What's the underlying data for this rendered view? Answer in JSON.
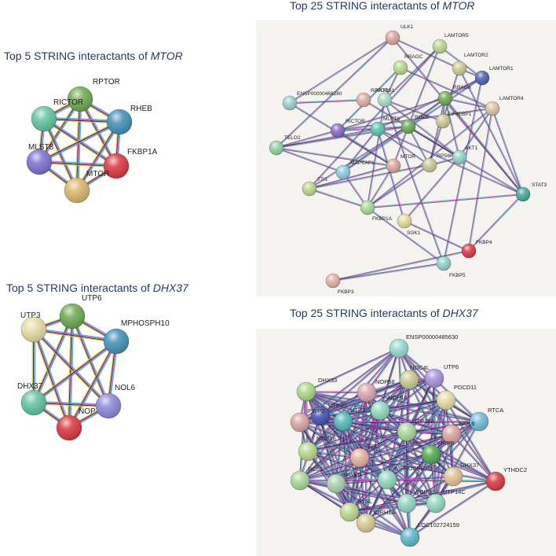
{
  "titles": {
    "small_top_prefix": "Top 5 STRING interactants of ",
    "small_top_gene": "MTOR",
    "large_top_prefix": "Top 25 STRING interactants of ",
    "large_top_gene": "MTOR",
    "small_bottom_prefix": "Top 5 STRING interactants of ",
    "small_bottom_gene": "DHX37",
    "large_bottom_prefix": "Top 25 STRING interactants of ",
    "large_bottom_gene": "DHX37"
  },
  "networks": {
    "mtor5": {
      "nodes": [
        {
          "label": "RPTOR",
          "color": "#6aa84f"
        },
        {
          "label": "RICTOR",
          "color": "#5fc4a0"
        },
        {
          "label": "RHEB",
          "color": "#3f8fb5"
        },
        {
          "label": "MLST8",
          "color": "#7a6fd0"
        },
        {
          "label": "FKBP1A",
          "color": "#d9343e"
        },
        {
          "label": "MTOR",
          "color": "#d8b56a"
        }
      ]
    },
    "dhx5": {
      "nodes": [
        {
          "label": "UTP6",
          "color": "#6aa84f"
        },
        {
          "label": "UTP3",
          "color": "#e4dca0"
        },
        {
          "label": "MPHOSPH10",
          "color": "#3f8fb5"
        },
        {
          "label": "DHX37",
          "color": "#5fc4a0"
        },
        {
          "label": "NOL6",
          "color": "#8c86d8"
        },
        {
          "label": "NOP",
          "color": "#d9343e"
        }
      ]
    },
    "mtor25": {
      "nodes": [
        {
          "label": "ULK1",
          "color": "#d9a39c"
        },
        {
          "label": "LAMTOR5",
          "color": "#b9d68a"
        },
        {
          "label": "RRAGC",
          "color": "#b9d68a"
        },
        {
          "label": "LAMTOR2",
          "color": "#c9c890"
        },
        {
          "label": "LAMTOR1",
          "color": "#4b5fb0"
        },
        {
          "label": "RRAGA",
          "color": "#6aa84f"
        },
        {
          "label": "LAMTOR4",
          "color": "#dcc0a6"
        },
        {
          "label": "ENSP00000468280",
          "color": "#96d0d0"
        },
        {
          "label": "RPTOR",
          "color": "#e0a9a4"
        },
        {
          "label": "AKT1S1",
          "color": "#a8d8c4"
        },
        {
          "label": "RICTOR",
          "color": "#8467c8"
        },
        {
          "label": "MLST8",
          "color": "#58c4b0"
        },
        {
          "label": "RHEB",
          "color": "#6aa84f"
        },
        {
          "label": "EIF4EBP1",
          "color": "#c9c890"
        },
        {
          "label": "TELO2",
          "color": "#8fd0a0"
        },
        {
          "label": "MAPKAP1",
          "color": "#8fc8e0"
        },
        {
          "label": "MTOR",
          "color": "#d9a39c"
        },
        {
          "label": "RPS6KB1",
          "color": "#c9c890"
        },
        {
          "label": "AKT1",
          "color": "#8fd0c8"
        },
        {
          "label": "TTI1",
          "color": "#b9d68a"
        },
        {
          "label": "FKBP1A",
          "color": "#a6d896"
        },
        {
          "label": "SGK1",
          "color": "#e4dc90"
        },
        {
          "label": "STAT3",
          "color": "#3ea89a"
        },
        {
          "label": "FKBP4",
          "color": "#d9343e"
        },
        {
          "label": "FKBP5",
          "color": "#8fd0c8"
        },
        {
          "label": "FKBP3",
          "color": "#e0b09c"
        }
      ]
    },
    "dhx25": {
      "nodes": [
        {
          "label": "ENSP00000485630",
          "color": "#96d8d0"
        },
        {
          "label": "DHX33",
          "color": "#a6d880"
        },
        {
          "label": "NOP58",
          "color": "#d9a3b0"
        },
        {
          "label": "NOC4L",
          "color": "#c9c890"
        },
        {
          "label": "UTP6",
          "color": "#a78ee0"
        },
        {
          "label": "UTP20",
          "color": "#3d4fb0"
        },
        {
          "label": "PDCD11",
          "color": "#e4dca0"
        },
        {
          "label": "NOP14",
          "color": "#8fd8c0"
        },
        {
          "label": "PWP2",
          "color": "#d9a3a4"
        },
        {
          "label": "UTP3",
          "color": "#4fb8b8"
        },
        {
          "label": "UTP14A",
          "color": "#a6d896"
        },
        {
          "label": "RTCA",
          "color": "#6fb8d8"
        },
        {
          "label": "NOL6",
          "color": "#d9a39c"
        },
        {
          "label": "NOP56",
          "color": "#b9d68a"
        },
        {
          "label": "FBL",
          "color": "#e4b09c"
        },
        {
          "label": "RRP9",
          "color": "#4fa84f"
        },
        {
          "label": "RCL1",
          "color": "#a6d896"
        },
        {
          "label": "BMS1",
          "color": "#a6d0b0"
        },
        {
          "label": "MPHOSPH10",
          "color": "#8fd8c0"
        },
        {
          "label": "DHX37",
          "color": "#e4c090"
        },
        {
          "label": "YTHDC2",
          "color": "#d9343e"
        },
        {
          "label": "WDR36",
          "color": "#8fd8c0"
        },
        {
          "label": "UTP14C",
          "color": "#8fd8c0"
        },
        {
          "label": "BYSL",
          "color": "#b9d68a"
        },
        {
          "label": "CIRH1A",
          "color": "#d8c890"
        },
        {
          "label": "LOC102724159",
          "color": "#58b8c4"
        }
      ]
    }
  }
}
